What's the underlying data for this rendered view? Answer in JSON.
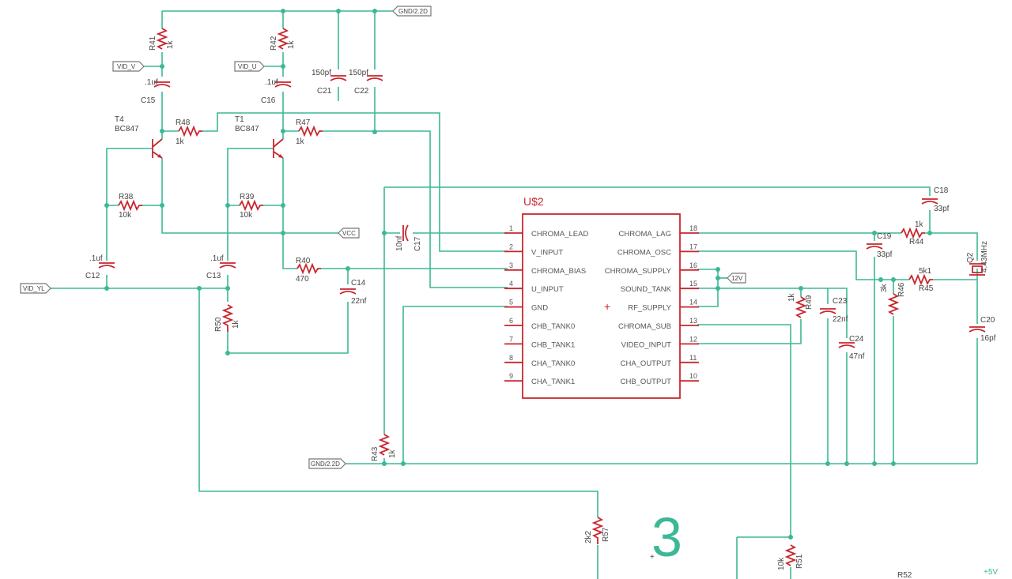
{
  "net_labels": {
    "gnd_top": "GND/2.2D",
    "gnd_bottom": "GND/2.2D",
    "vid_v": "VID_V",
    "vid_u": "VID_U",
    "vcc": "VCC",
    "vid_yl": "VID_YL",
    "v12": "12V"
  },
  "components": {
    "r41": {
      "name": "R41",
      "value": "1k"
    },
    "r42": {
      "name": "R42",
      "value": "1k"
    },
    "c15": {
      "name": "C15",
      "value": ".1uf"
    },
    "c16": {
      "name": "C16",
      "value": ".1uf"
    },
    "c21": {
      "name": "C21",
      "value": "150pf"
    },
    "c22": {
      "name": "C22",
      "value": "150pf"
    },
    "t4": {
      "name": "T4",
      "value": "BC847"
    },
    "t1": {
      "name": "T1",
      "value": "BC847"
    },
    "r48": {
      "name": "R48",
      "value": "1k"
    },
    "r47": {
      "name": "R47",
      "value": "1k"
    },
    "r38": {
      "name": "R38",
      "value": "10k"
    },
    "r39": {
      "name": "R39",
      "value": "10k"
    },
    "c12": {
      "name": "C12",
      "value": ".1uf"
    },
    "c13": {
      "name": "C13",
      "value": ".1uf"
    },
    "r40": {
      "name": "R40",
      "value": "470"
    },
    "c14": {
      "name": "C14",
      "value": "22nf"
    },
    "r50": {
      "name": "R50",
      "value": "1k"
    },
    "c17": {
      "name": "C17",
      "value": "10nf"
    },
    "r43": {
      "name": "R43",
      "value": "1k"
    },
    "r57": {
      "name": "R57",
      "value": "2k2"
    },
    "r51": {
      "name": "R51",
      "value": "10k"
    },
    "r52": {
      "name": "R52"
    },
    "c18": {
      "name": "C18",
      "value": "33pf"
    },
    "c19": {
      "name": "C19",
      "value": "33pf"
    },
    "r44": {
      "name": "R44",
      "value": "1k"
    },
    "r45": {
      "name": "R45",
      "value": "5k1"
    },
    "r46": {
      "name": "R46",
      "value": "3k"
    },
    "r49": {
      "name": "R49",
      "value": "1k"
    },
    "c23": {
      "name": "C23",
      "value": "22nf"
    },
    "c24": {
      "name": "C24",
      "value": "47nf"
    },
    "q2": {
      "name": "Q2",
      "value": "4.43MHz"
    },
    "c20": {
      "name": "C20",
      "value": "16pf"
    }
  },
  "ic": {
    "name": "U$2",
    "left_pins": [
      {
        "num": "1",
        "name": "CHROMA_LEAD"
      },
      {
        "num": "2",
        "name": "V_INPUT"
      },
      {
        "num": "3",
        "name": "CHROMA_BIAS"
      },
      {
        "num": "4",
        "name": "U_INPUT"
      },
      {
        "num": "5",
        "name": "GND"
      },
      {
        "num": "6",
        "name": "CHB_TANK0"
      },
      {
        "num": "7",
        "name": "CHB_TANK1"
      },
      {
        "num": "8",
        "name": "CHA_TANK0"
      },
      {
        "num": "9",
        "name": "CHA_TANK1"
      }
    ],
    "right_pins": [
      {
        "num": "18",
        "name": "CHROMA_LAG"
      },
      {
        "num": "17",
        "name": "CHROMA_OSC"
      },
      {
        "num": "16",
        "name": "CHROMA_SUPPLY"
      },
      {
        "num": "15",
        "name": "SOUND_TANK"
      },
      {
        "num": "14",
        "name": "RF_SUPPLY"
      },
      {
        "num": "13",
        "name": "CHROMA_SUB"
      },
      {
        "num": "12",
        "name": "VIDEO_INPUT"
      },
      {
        "num": "11",
        "name": "CHA_OUTPUT"
      },
      {
        "num": "10",
        "name": "CHB_OUTPUT"
      }
    ]
  },
  "sheet_number": "3",
  "supply_5v": "+5V"
}
